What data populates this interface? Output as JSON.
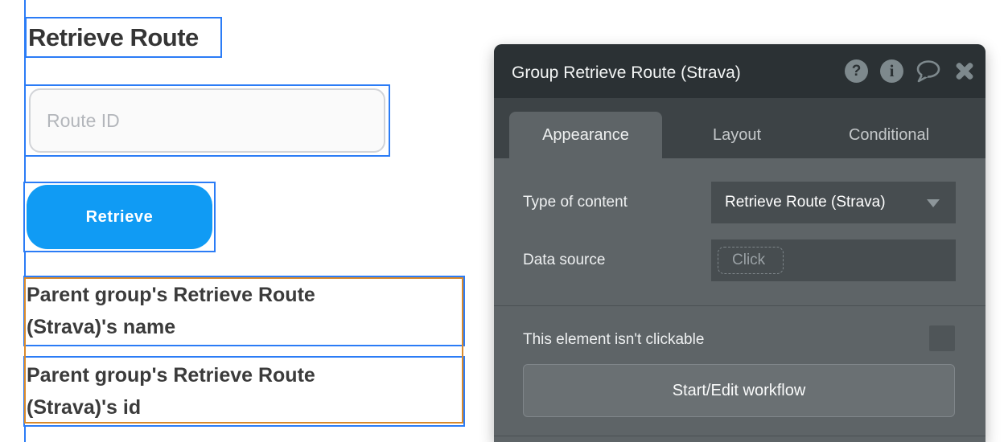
{
  "canvas": {
    "heading": "Retrieve Route",
    "input_placeholder": "Route ID",
    "button_label": "Retrieve",
    "texts": [
      "Parent group's Retrieve Route (Strava)'s name",
      "Parent group's Retrieve Route (Strava)'s id"
    ]
  },
  "panel": {
    "title": "Group Retrieve Route (Strava)",
    "header_icons": {
      "help_glyph": "?",
      "info_glyph": "i"
    },
    "tabs": [
      {
        "label": "Appearance",
        "active": true
      },
      {
        "label": "Layout",
        "active": false
      },
      {
        "label": "Conditional",
        "active": false
      }
    ],
    "fields": [
      {
        "label": "Type of content",
        "value": "Retrieve Route (Strava)"
      },
      {
        "label": "Data source",
        "placeholder": "Click"
      }
    ],
    "checkbox_label": "This element isn't clickable",
    "checkbox_checked": false,
    "workflow_button": "Start/Edit workflow"
  },
  "colors": {
    "selection_blue": "#2b7cf6",
    "group_orange": "#d98a2c",
    "canvas_button_blue": "#109bf4",
    "panel_header": "#2b3134",
    "panel_tabbar": "#3d4346",
    "panel_body": "#5e6467",
    "panel_input": "#474d50",
    "icon_gray": "#7e898d"
  }
}
